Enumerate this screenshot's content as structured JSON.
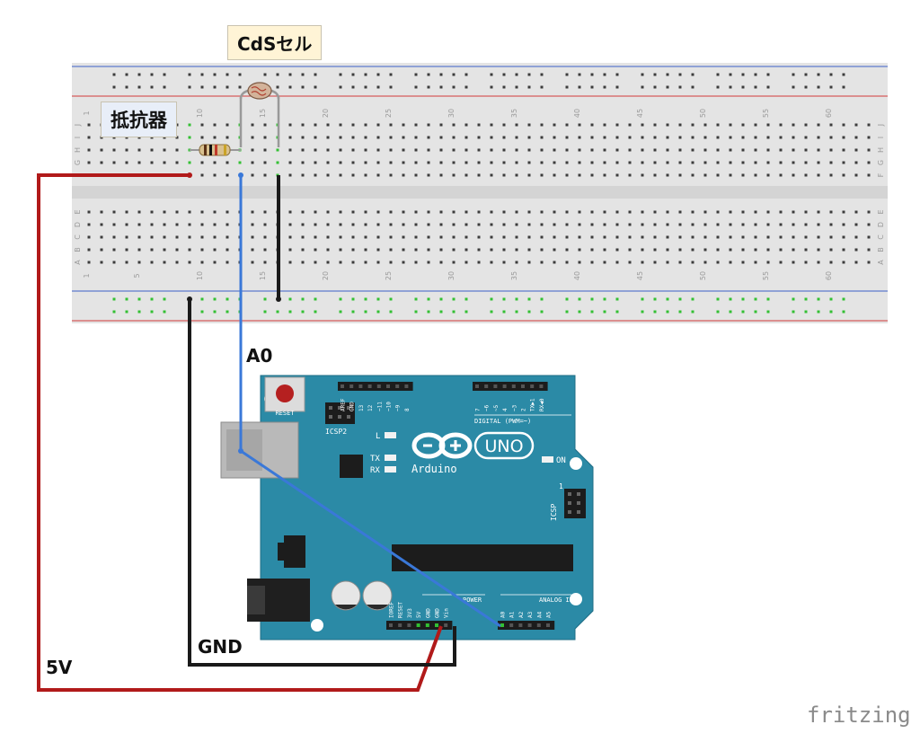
{
  "labels": {
    "cds_cell": "CdSセル",
    "resistor": "抵抗器",
    "a0": "A0",
    "gnd": "GND",
    "five_v": "5V",
    "fritzing": "fritzing"
  },
  "breadboard": {
    "column_numbers": [
      "1",
      "5",
      "10",
      "15",
      "20",
      "25",
      "30",
      "35",
      "40",
      "45",
      "50",
      "55",
      "60"
    ],
    "top_row_letters": [
      "J",
      "I",
      "H",
      "G",
      "F"
    ],
    "bottom_row_letters": [
      "E",
      "D",
      "C",
      "B",
      "A"
    ]
  },
  "arduino": {
    "logo_text": "Arduino",
    "model": "UNO",
    "reset_label": "RESET",
    "icsp2_label": "ICSP2",
    "icsp_label": "ICSP",
    "digital_label": "DIGITAL (PWM=~)",
    "analog_label": "ANALOG IN",
    "power_label": "POWER",
    "led_l": "L",
    "led_tx": "TX",
    "led_rx": "RX",
    "led_on": "ON",
    "icsp_pin1": "1",
    "digital_pins": [
      "AREF",
      "GND",
      "13",
      "12",
      "~11",
      "~10",
      "~9",
      "8",
      "7",
      "~6",
      "~5",
      "4",
      "~3",
      "2",
      "TX▶1",
      "RX◀0"
    ],
    "power_pins": [
      "IOREF",
      "RESET",
      "3V3",
      "5V",
      "GND",
      "GND",
      "Vin"
    ],
    "analog_pins": [
      "A0",
      "A1",
      "A2",
      "A3",
      "A4",
      "A5"
    ]
  },
  "colors": {
    "wire_5v": "#b11a1a",
    "wire_gnd": "#1a1a1a",
    "wire_a0": "#3a78d8",
    "board": "#2b8aa6",
    "breadboard": "#e4e4e4"
  }
}
